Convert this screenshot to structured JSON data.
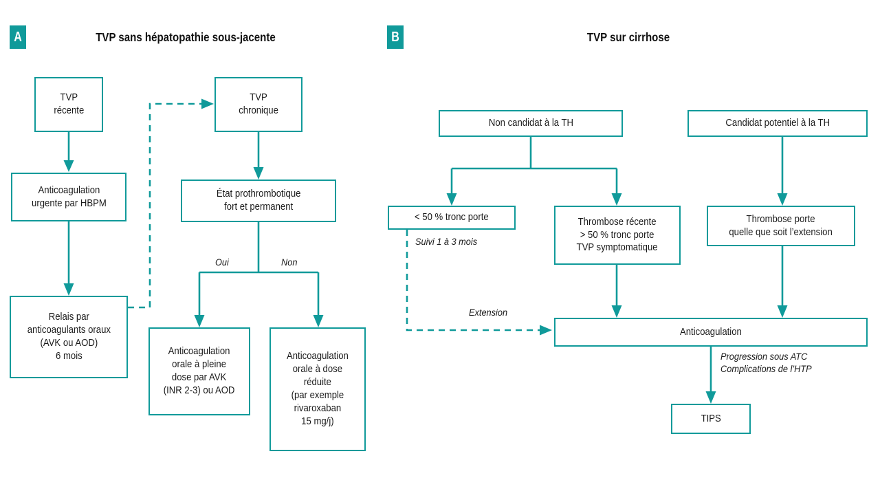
{
  "figure": {
    "accent_color": "#109a9a",
    "background": "#ffffff",
    "text_color": "#1a1a1a"
  },
  "panels": [
    {
      "badge": "A",
      "title": "TVP sans hépatopathie sous-jacente",
      "nodes": {
        "tvp_recente": "TVP\nrécente",
        "anticoag_urgente": "Anticoagulation\nurgente par HBPM",
        "relais": "Relais par\nanticoagulants oraux\n(AVK ou AOD)\n6 mois",
        "tvp_chronique": "TVP\nchronique",
        "etat_prothrombotique": "État prothrombotique\nfort et permanent",
        "anticoag_pleine_dose": "Anticoagulation\norale à pleine\ndose par AVK\n(INR 2-3) ou AOD",
        "anticoag_dose_reduite": "Anticoagulation\norale à dose\nréduite\n(par exemple\nrivaroxaban\n15 mg/j)"
      },
      "edge_labels": {
        "oui": "Oui",
        "non": "Non"
      }
    },
    {
      "badge": "B",
      "title": "TVP sur cirrhose",
      "nodes": {
        "non_candidat": "Non candidat à la TH",
        "candidat_potentiel": "Candidat potentiel à la TH",
        "tronc_moins_50": "< 50 % tronc porte",
        "thrombose_recente": "Thrombose récente\n> 50 % tronc porte\nTVP symptomatique",
        "thrombose_porte": "Thrombose porte\nquelle que soit l’extension",
        "anticoagulation": "Anticoagulation",
        "tips": "TIPS"
      },
      "edge_labels": {
        "suivi": "Suivi 1 à 3 mois",
        "extension": "Extension",
        "progression_line1": "Progression sous ATC",
        "progression_line2": "Complications de l’HTP"
      }
    }
  ]
}
